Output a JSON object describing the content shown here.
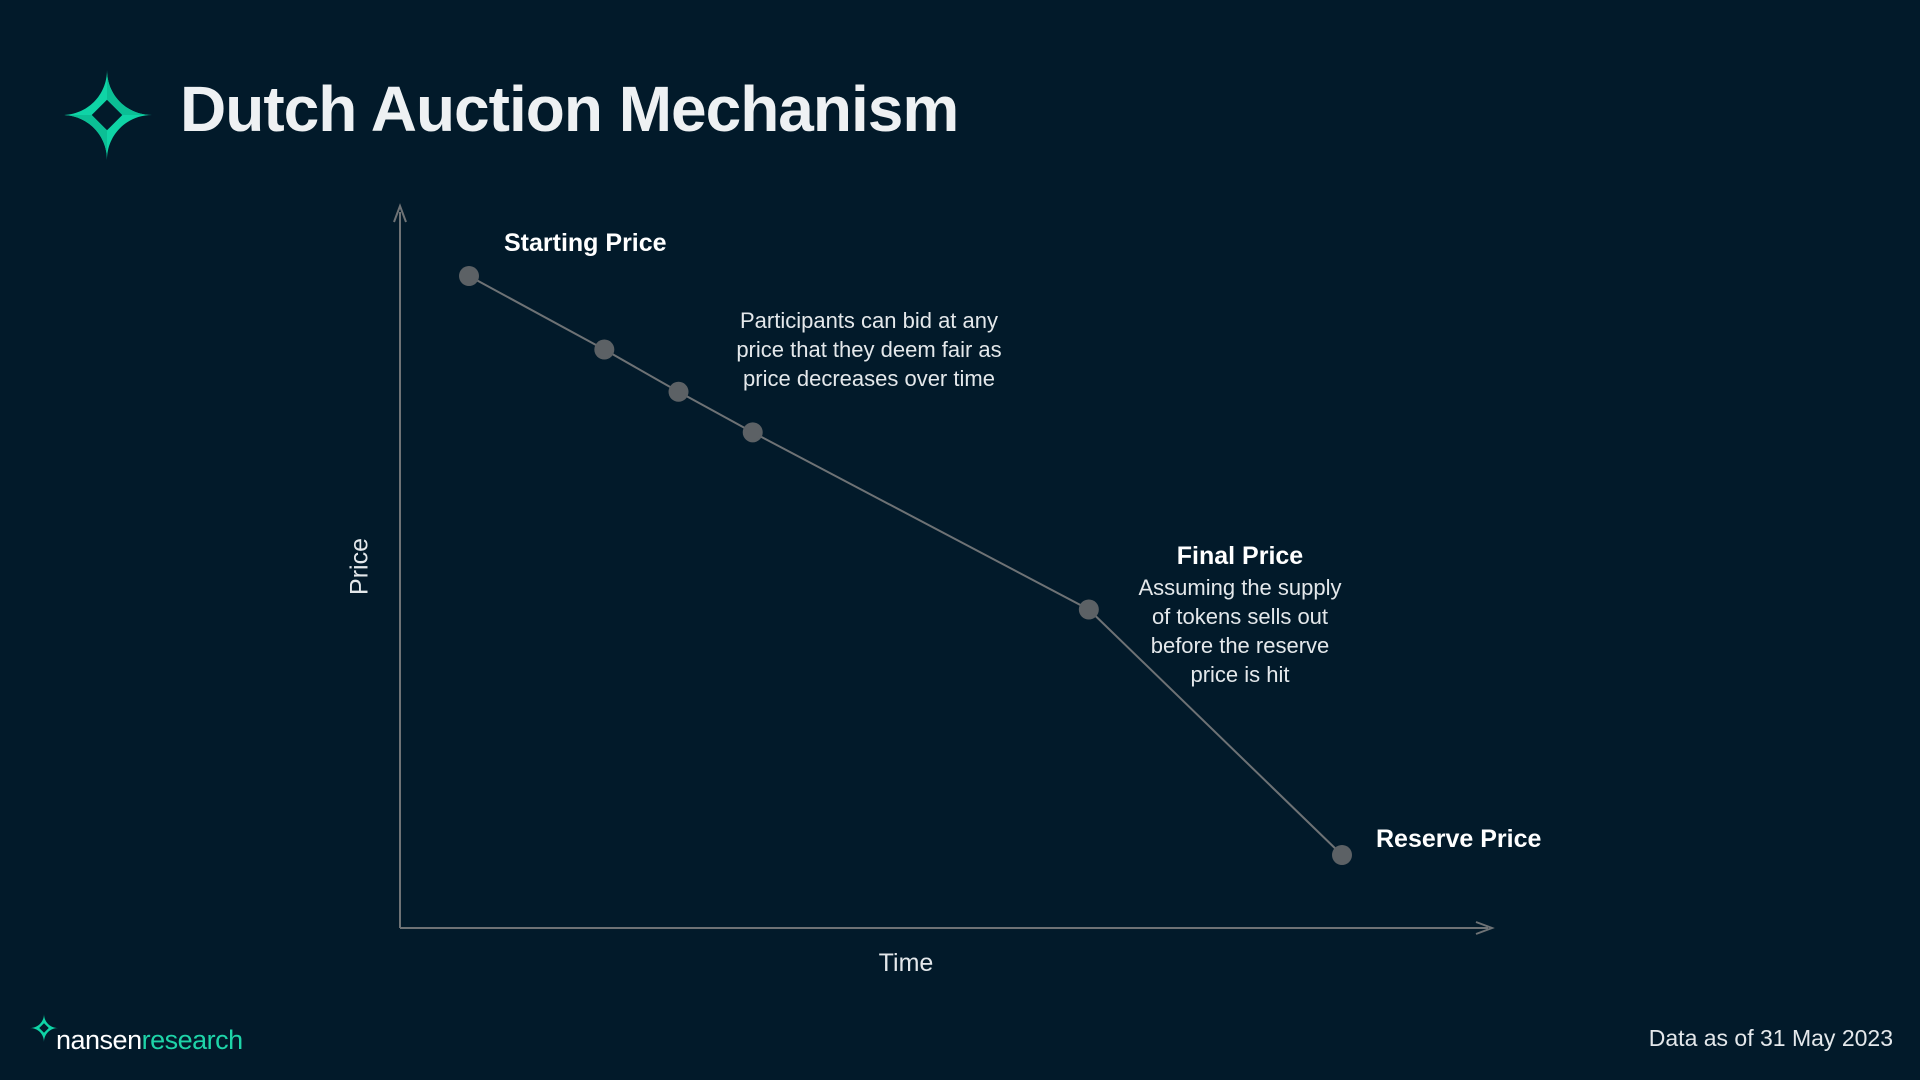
{
  "header": {
    "title": "Dutch Auction Mechanism",
    "logo_icon": "nansen-star-icon"
  },
  "diagram": {
    "axes": {
      "y_label": "Price",
      "x_label": "Time"
    },
    "points": [
      {
        "name": "starting-price",
        "t": 0,
        "p": 1.0
      },
      {
        "name": "bid-point",
        "t": 0.155,
        "p": 0.873
      },
      {
        "name": "bid-point",
        "t": 0.24,
        "p": 0.8
      },
      {
        "name": "bid-point",
        "t": 0.325,
        "p": 0.73
      },
      {
        "name": "final-price",
        "t": 0.71,
        "p": 0.424
      },
      {
        "name": "reserve-price",
        "t": 1.0,
        "p": 0.0
      }
    ],
    "labels": {
      "starting_price": "Starting Price",
      "participants_note": [
        "Participants can bid at any",
        "price that they deem fair as",
        "price decreases over time"
      ],
      "final_price": "Final Price",
      "final_price_note": [
        "Assuming the supply",
        "of tokens sells out",
        "before the reserve",
        "price is hit"
      ],
      "reserve_price": "Reserve Price"
    },
    "colors": {
      "point": "#5c6165",
      "line": "#6e7275",
      "axis": "#6e7275"
    }
  },
  "footer": {
    "brand_part1": "nansen",
    "brand_part2": "research",
    "data_as_of": "Data as of 31 May 2023"
  },
  "colors": {
    "background": "#021a2a",
    "accent": "#1ed4a8"
  }
}
